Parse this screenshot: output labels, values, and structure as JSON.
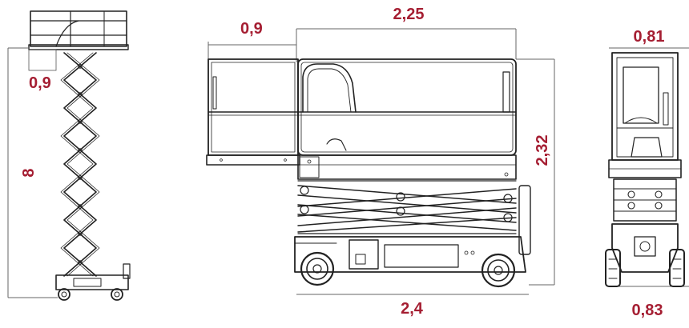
{
  "dimensions": {
    "side_platform_extension": "0,9",
    "side_height": "8",
    "front_extension": "0,9",
    "front_platform_length": "2,25",
    "front_height": "2,32",
    "front_base_length": "2,4",
    "rear_platform_width": "0,81",
    "rear_base_width": "0,83"
  },
  "colors": {
    "label": "#a51e32",
    "line": "#222222",
    "dimension_line": "#666666"
  }
}
